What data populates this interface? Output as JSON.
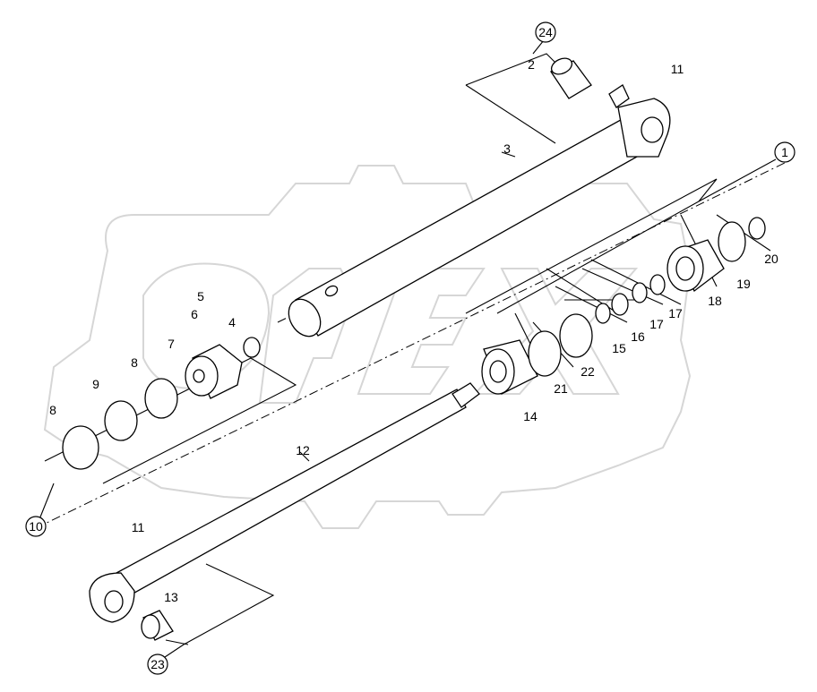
{
  "watermark": {
    "text": "OPEX"
  },
  "corner_mark": "",
  "callouts": [
    {
      "id": "c1",
      "text": "1",
      "circled": true
    },
    {
      "id": "c2",
      "text": "2",
      "circled": false
    },
    {
      "id": "c3",
      "text": "3",
      "circled": false
    },
    {
      "id": "c4",
      "text": "4",
      "circled": false
    },
    {
      "id": "c5",
      "text": "5",
      "circled": false
    },
    {
      "id": "c6",
      "text": "6",
      "circled": false
    },
    {
      "id": "c7",
      "text": "7",
      "circled": false
    },
    {
      "id": "c8a",
      "text": "8",
      "circled": false
    },
    {
      "id": "c8b",
      "text": "8",
      "circled": false
    },
    {
      "id": "c9",
      "text": "9",
      "circled": false
    },
    {
      "id": "c10",
      "text": "10",
      "circled": true
    },
    {
      "id": "c11a",
      "text": "11",
      "circled": false
    },
    {
      "id": "c11b",
      "text": "11",
      "circled": false
    },
    {
      "id": "c12",
      "text": "12",
      "circled": false
    },
    {
      "id": "c13",
      "text": "13",
      "circled": false
    },
    {
      "id": "c14",
      "text": "14",
      "circled": false
    },
    {
      "id": "c15",
      "text": "15",
      "circled": false
    },
    {
      "id": "c16",
      "text": "16",
      "circled": false
    },
    {
      "id": "c17a",
      "text": "17",
      "circled": false
    },
    {
      "id": "c17b",
      "text": "17",
      "circled": false
    },
    {
      "id": "c18",
      "text": "18",
      "circled": false
    },
    {
      "id": "c19",
      "text": "19",
      "circled": false
    },
    {
      "id": "c20",
      "text": "20",
      "circled": false
    },
    {
      "id": "c21",
      "text": "21",
      "circled": false
    },
    {
      "id": "c22",
      "text": "22",
      "circled": false
    },
    {
      "id": "c23",
      "text": "23",
      "circled": true
    },
    {
      "id": "c24",
      "text": "24",
      "circled": true
    }
  ]
}
